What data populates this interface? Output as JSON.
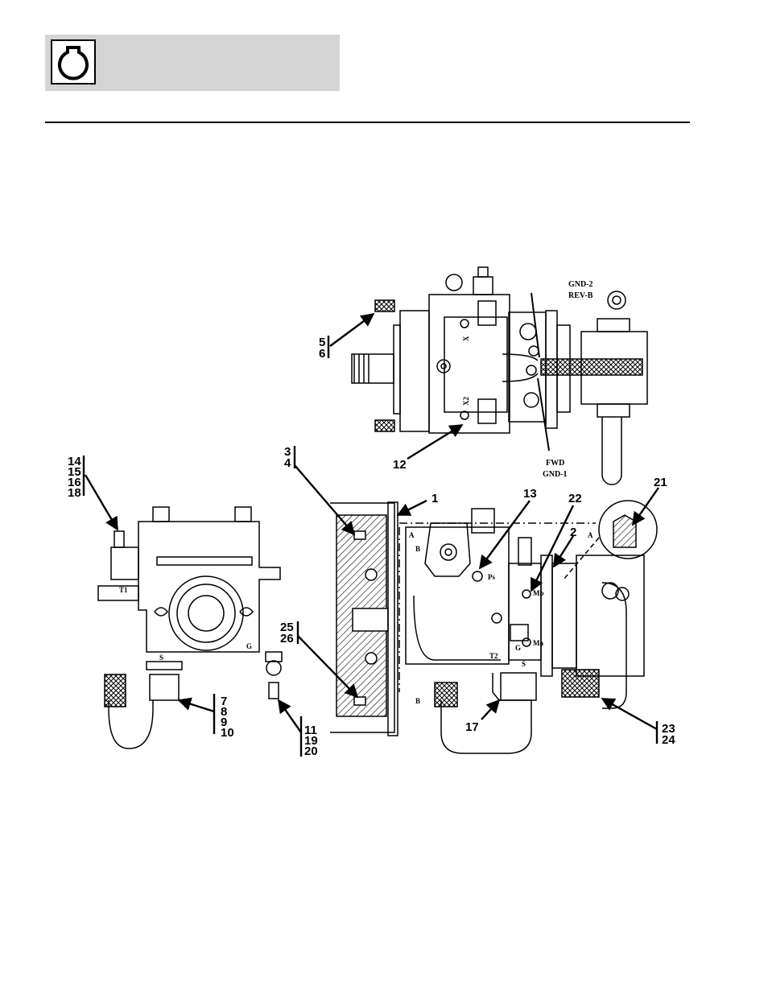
{
  "header": {
    "icon": "engine-oil-icon",
    "band_color": "#d4d4d4"
  },
  "diagram": {
    "top_view_labels": {
      "gnd2": "GND-2",
      "revb": "REV-B",
      "fwd": "FWD",
      "gnd1": "GND-1",
      "x1": "X",
      "x2": "X2"
    },
    "section_marks": {
      "a_top": "A",
      "a_right": "A",
      "b_top": "B",
      "b_bottom": "B"
    },
    "port_labels": {
      "ps": "Ps",
      "mb": "Mb",
      "ma": "Ma",
      "t2": "T2",
      "g_side": "G",
      "s_side": "S",
      "t1": "T1",
      "g_front": "G",
      "s_front": "S"
    },
    "callouts": {
      "c1": "1",
      "c2": "2",
      "c3": "3",
      "c4": "4",
      "c5": "5",
      "c6": "6",
      "c7": "7",
      "c8": "8",
      "c9": "9",
      "c10": "10",
      "c11": "11",
      "c12": "12",
      "c13": "13",
      "c14": "14",
      "c15": "15",
      "c16": "16",
      "c17": "17",
      "c18": "18",
      "c19": "19",
      "c20": "20",
      "c21": "21",
      "c22": "22",
      "c23": "23",
      "c24": "24",
      "c25": "25",
      "c26": "26"
    }
  }
}
